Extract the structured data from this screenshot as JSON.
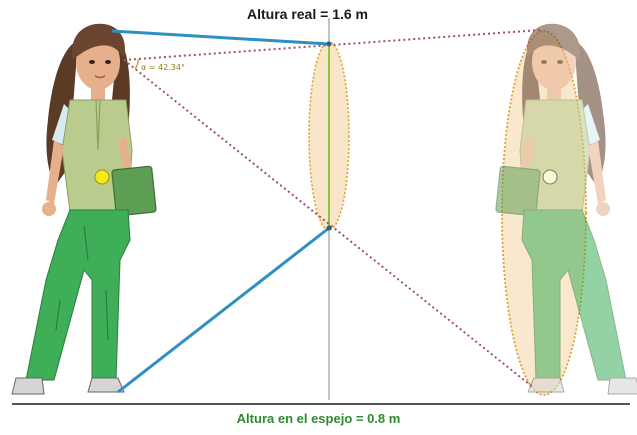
{
  "labels": {
    "real_height": "Altura real = 1.6 m",
    "mirror_height": "Altura en el espejo = 0.8 m",
    "angle": "α = 42.34°"
  },
  "colors": {
    "blue_ray": "#2e8fc1",
    "dotted_ray": "#a0506c",
    "mirror_fill": "#f7dcb4",
    "mirror_outline": "#e0a030",
    "mirror_line": "#8cc63f",
    "axis_line": "#9a9a9a",
    "floor_line": "#555555",
    "skin": "#e7b08c",
    "hair": "#5b3a26",
    "vest": "#b9cc8e",
    "pants": "#3fae58",
    "book": "#5e9e54"
  }
}
